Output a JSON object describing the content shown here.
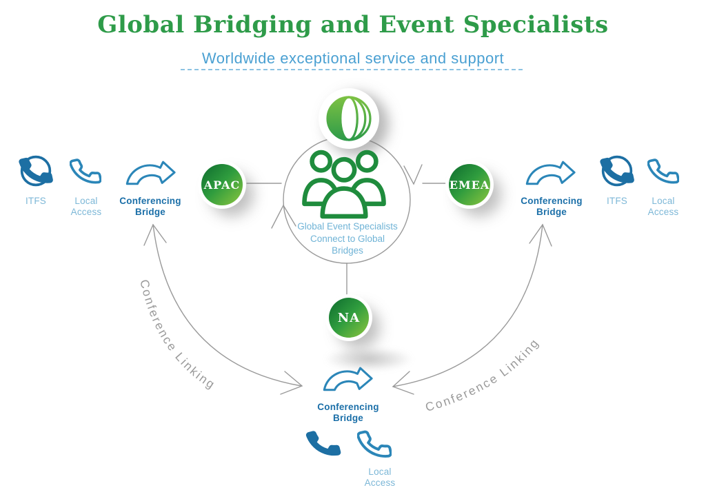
{
  "header": {
    "title": "Global Bridging and Event Specialists",
    "subtitle": "Worldwide exceptional service and support"
  },
  "center": {
    "caption_lines": [
      "Global Event Specialists",
      "Connect to Global",
      "Bridges"
    ]
  },
  "regions": {
    "apac": "APAC",
    "emea": "EMEA",
    "na": "NA"
  },
  "labels": {
    "itfs": "ITFS",
    "local_access": "Local Access",
    "conferencing_bridge": "Conferencing Bridge",
    "conference_linking": "Conference Linking"
  },
  "colors": {
    "title_green": "#2e9b49",
    "icon_green": "#1f8c3d",
    "sphere_dark": "#0d6b2e",
    "sphere_light": "#8dc63f",
    "blue_dark": "#1d6fa3",
    "blue_light": "#7cb7d7",
    "subtitle_blue": "#4aa0d2",
    "arrow_gray": "#9a9a9a"
  }
}
